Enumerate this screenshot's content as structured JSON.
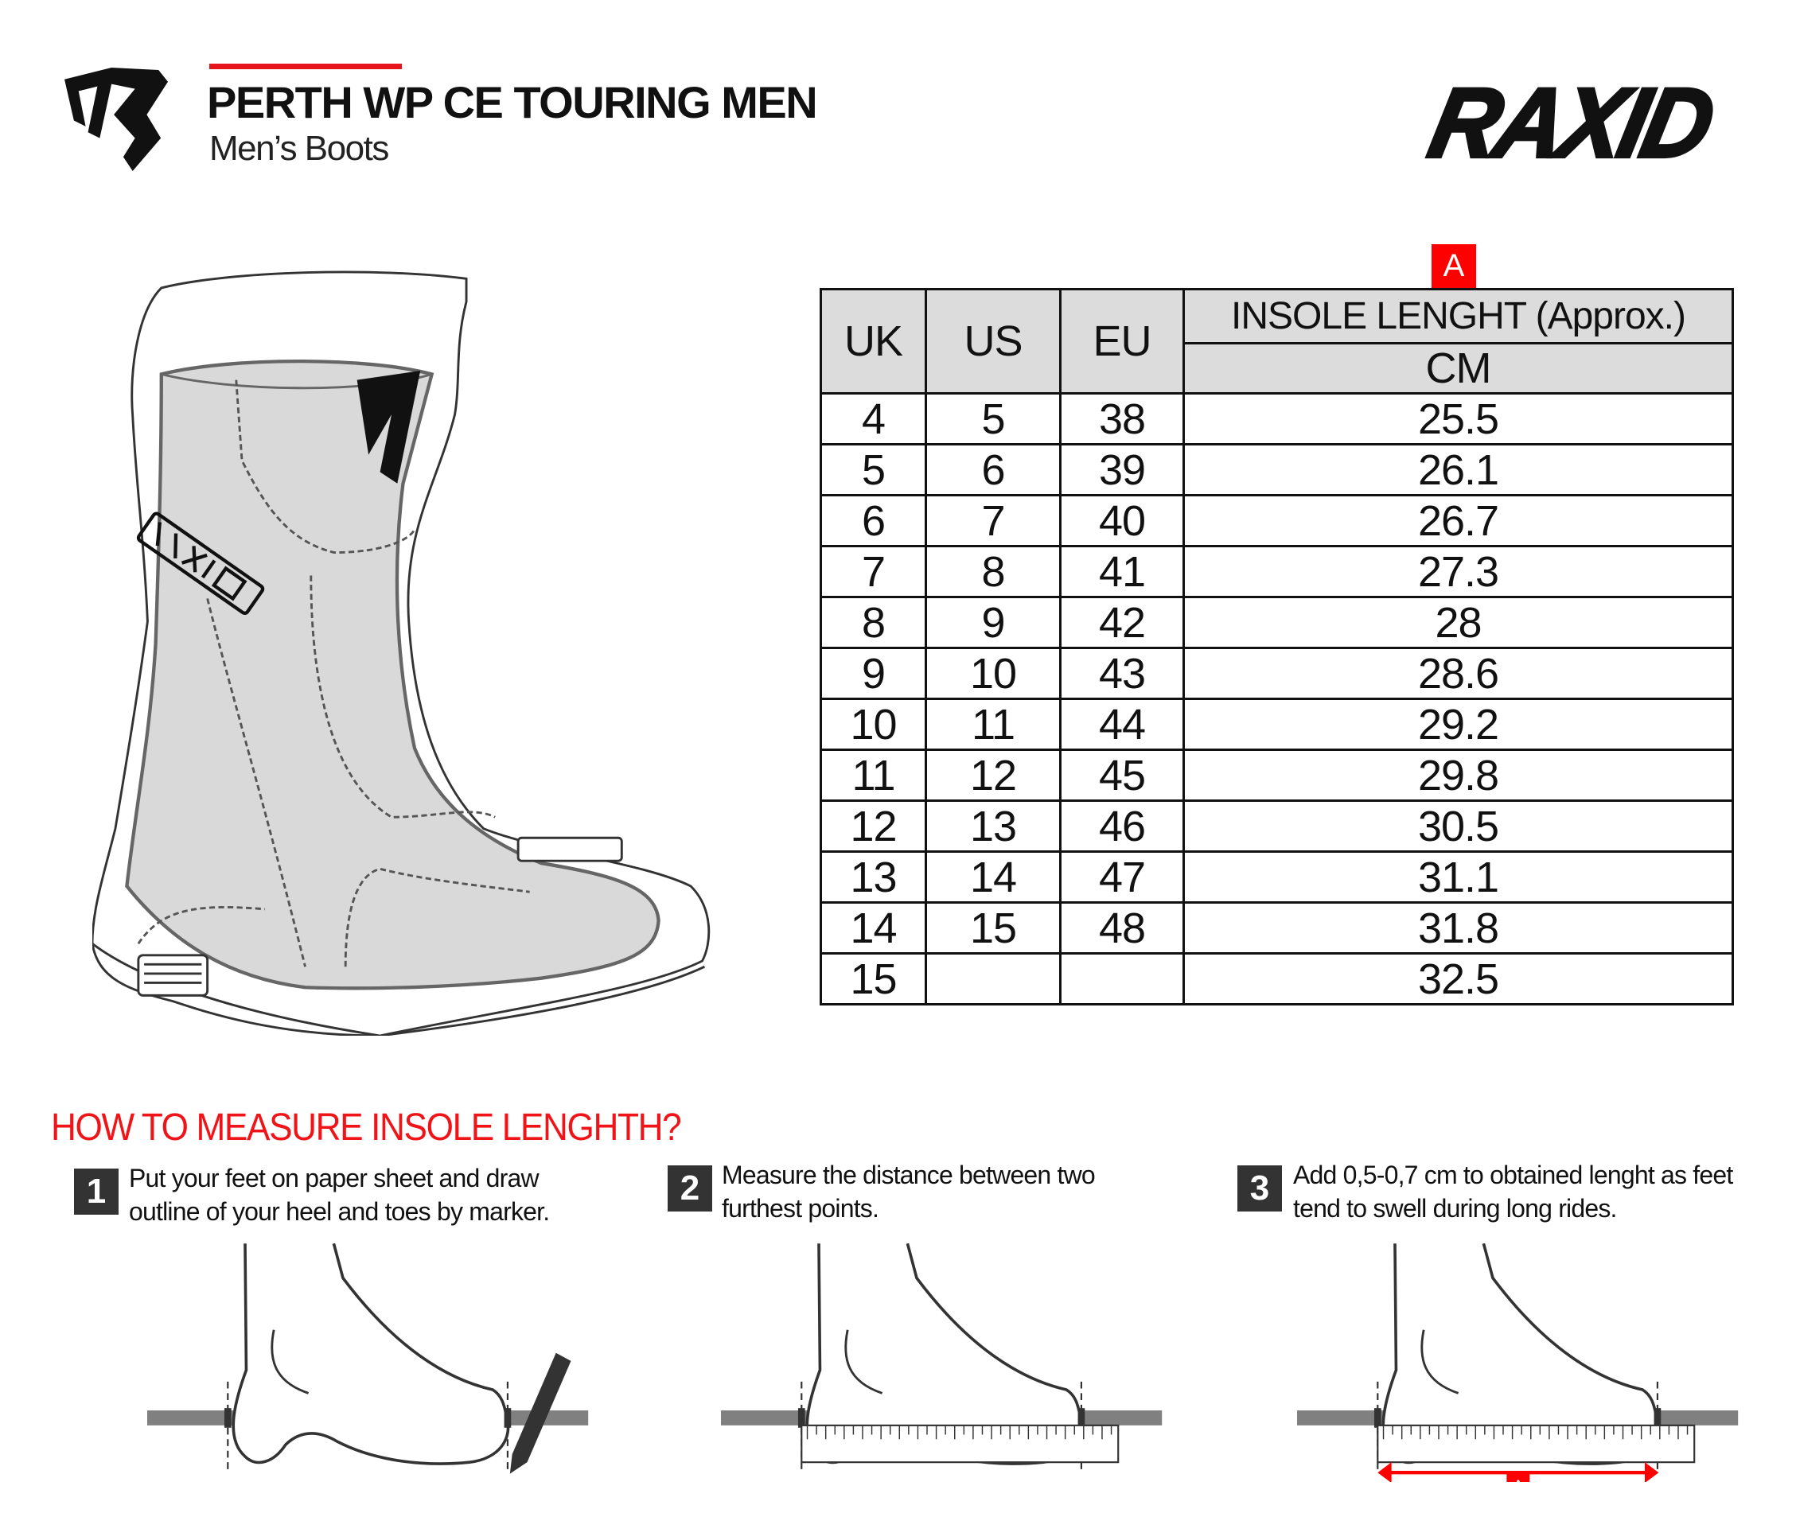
{
  "header": {
    "title": "PERTH WP CE TOURING MEN",
    "subtitle": "Men’s Boots",
    "brand": "RAXID",
    "accent": "#e8141b"
  },
  "table": {
    "badge": "A",
    "headers": {
      "uk": "UK",
      "us": "US",
      "eu": "EU",
      "insole": "INSOLE LENGHT  (Approx.)",
      "unit": "CM"
    },
    "rows": [
      {
        "uk": "4",
        "us": "5",
        "eu": "38",
        "cm": "25.5"
      },
      {
        "uk": "5",
        "us": "6",
        "eu": "39",
        "cm": "26.1"
      },
      {
        "uk": "6",
        "us": "7",
        "eu": "40",
        "cm": "26.7"
      },
      {
        "uk": "7",
        "us": "8",
        "eu": "41",
        "cm": "27.3"
      },
      {
        "uk": "8",
        "us": "9",
        "eu": "42",
        "cm": "28"
      },
      {
        "uk": "9",
        "us": "10",
        "eu": "43",
        "cm": "28.6"
      },
      {
        "uk": "10",
        "us": "11",
        "eu": "44",
        "cm": "29.2"
      },
      {
        "uk": "11",
        "us": "12",
        "eu": "45",
        "cm": "29.8"
      },
      {
        "uk": "12",
        "us": "13",
        "eu": "46",
        "cm": "30.5"
      },
      {
        "uk": "13",
        "us": "14",
        "eu": "47",
        "cm": "31.1"
      },
      {
        "uk": "14",
        "us": "15",
        "eu": "48",
        "cm": "31.8"
      },
      {
        "uk": "15",
        "us": "",
        "eu": "",
        "cm": "32.5"
      }
    ]
  },
  "howto": {
    "heading": "HOW TO MEASURE INSOLE LENGHTH?",
    "steps": [
      {
        "num": "1",
        "line1": "Put your feet on paper sheet and draw",
        "line2": "outline of your heel and toes by marker."
      },
      {
        "num": "2",
        "line1": "Measure the distance between two",
        "line2": "furthest points."
      },
      {
        "num": "3",
        "line1": "Add 0,5-0,7 cm to obtained lenght as feet",
        "line2": "tend to swell during long rides."
      }
    ],
    "marker": "A"
  }
}
